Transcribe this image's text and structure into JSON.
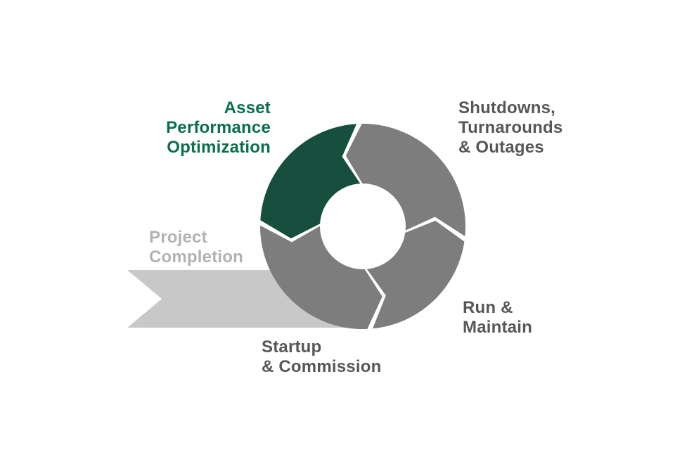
{
  "colors": {
    "segment_green": "#164f3e",
    "segment_gray": "#7d7d7d",
    "ribbon_gray": "#c8c8c8",
    "text_green": "#0a6f4a",
    "text_gray": "#575757",
    "text_light_gray": "#b2b2b2",
    "background": "#ffffff"
  },
  "cycle": {
    "segments": [
      {
        "name": "asset-performance-optimization",
        "label": "Asset\nPerformance\nOptimization",
        "color": "#164f3e"
      },
      {
        "name": "shutdowns-turnarounds-outages",
        "label": "Shutdowns,\nTurnarounds\n& Outages",
        "color": "#7d7d7d"
      },
      {
        "name": "run-maintain",
        "label": "Run &\nMaintain",
        "color": "#7d7d7d"
      },
      {
        "name": "startup-commission",
        "label": "Startup\n& Commission",
        "color": "#7d7d7d"
      }
    ],
    "ribbon": {
      "name": "project-completion",
      "label": "Project\nCompletion",
      "color": "#c8c8c8"
    }
  }
}
